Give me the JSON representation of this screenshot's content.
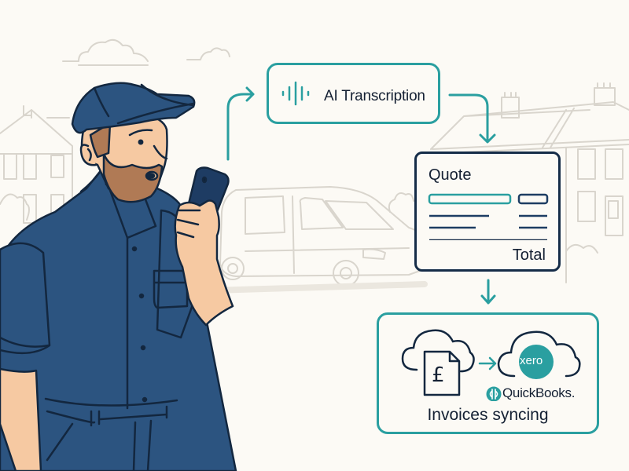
{
  "scene": {
    "description": "Tradesperson dictating a job via phone; AI transcription creates a quote and syncs invoices to accounting software",
    "colors": {
      "background": "#fcfaf5",
      "teal_accent": "#2a9fa0",
      "navy": "#152c48",
      "uniform": "#2c5480",
      "skin": "#f6c9a2",
      "beard": "#b07a55",
      "sketch_lines": "#d8d4cc"
    }
  },
  "flow": {
    "step1": {
      "label": "AI Transcription",
      "icon": "sound-wave-icon"
    },
    "step2": {
      "title": "Quote",
      "total_label": "Total"
    },
    "step3": {
      "label": "Invoices syncing",
      "document_icon": "pound-invoice-icon",
      "document_symbol": "£",
      "xero_label": "xero",
      "quickbooks_label": "QuickBooks."
    }
  }
}
